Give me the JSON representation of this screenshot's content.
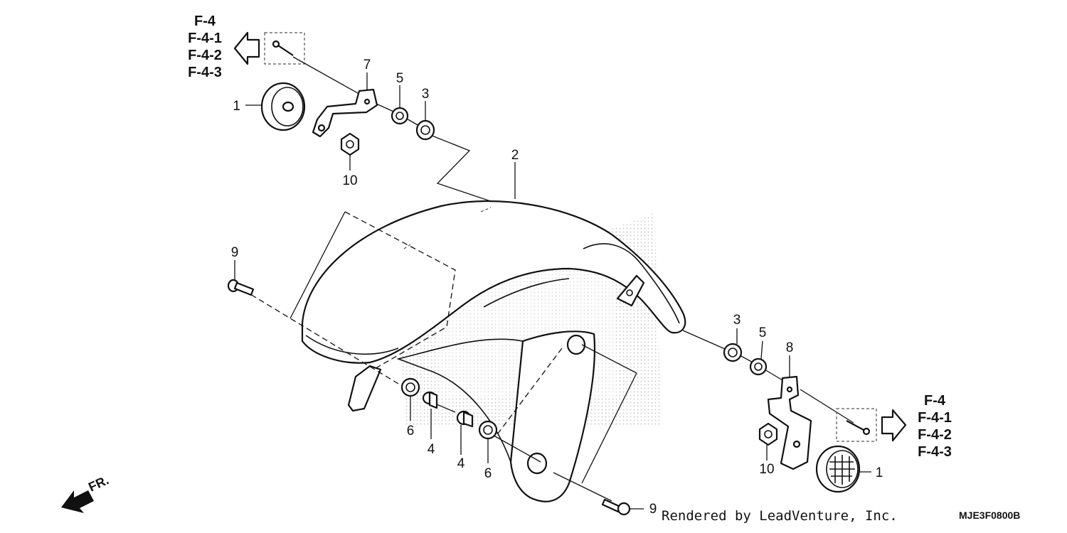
{
  "callouts": {
    "c1_top": "1",
    "c7": "7",
    "c5_top": "5",
    "c3_top": "3",
    "c10_top": "10",
    "c2": "2",
    "c9_left": "9",
    "c6_left": "6",
    "c4_left": "4",
    "c4_right": "4",
    "c6_right": "6",
    "c9_bottom": "9",
    "c3_right": "3",
    "c5_right": "5",
    "c8": "8",
    "c10_right": "10",
    "c1_right": "1"
  },
  "references_top": [
    "F-4",
    "F-4-1",
    "F-4-2",
    "F-4-3"
  ],
  "references_right": [
    "F-4",
    "F-4-1",
    "F-4-2",
    "F-4-3"
  ],
  "direction_label": "FR.",
  "credit": "Rendered by LeadVenture, Inc.",
  "diagram_code": "MJE3F0800B",
  "colors": {
    "line": "#111111",
    "watermark": "#d9d9d9",
    "background": "#ffffff"
  }
}
